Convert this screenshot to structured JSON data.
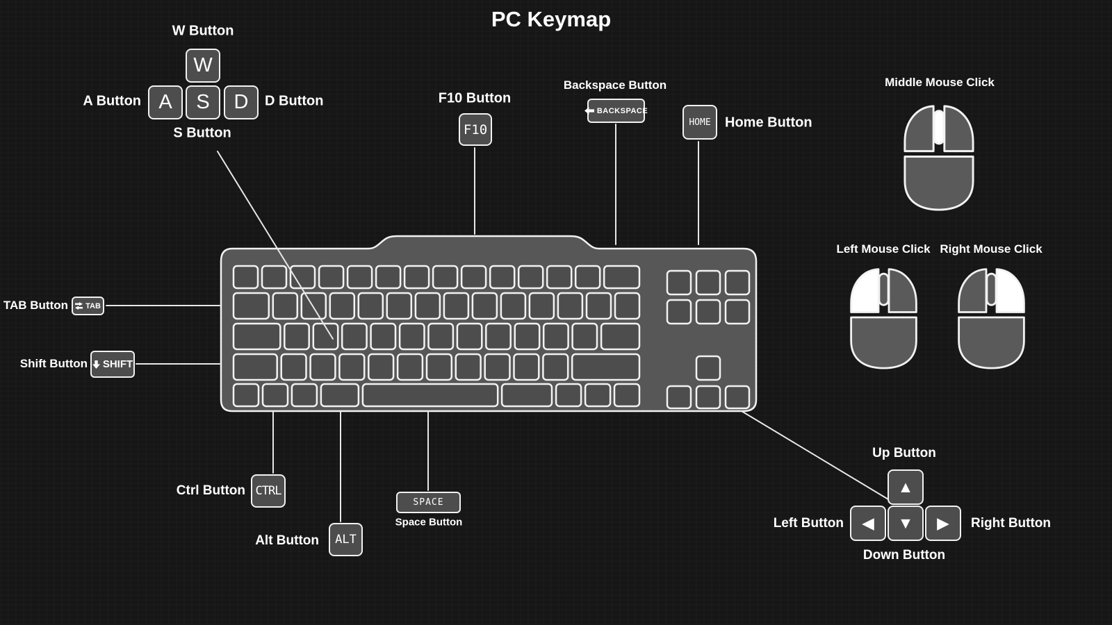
{
  "title": "PC Keymap",
  "colors": {
    "background": "#161616",
    "outline": "#f2f2f2",
    "text": "#ffffff",
    "key_fill": "#4d4d4d",
    "keyboard_fill": "#575757",
    "mouse_fill": "#5a5a5a",
    "highlight": "#ffffff",
    "line": "#e8e8e8"
  },
  "wasd": {
    "w_label": "W Button",
    "a_label": "A Button",
    "s_label": "S Button",
    "d_label": "D Button",
    "w_key": "W",
    "a_key": "A",
    "s_key": "S",
    "d_key": "D"
  },
  "function_keys": {
    "f10_label": "F10 Button",
    "f10_key": "F10",
    "backspace_label": "Backspace Button",
    "backspace_key": "BACKSPACE",
    "home_label": "Home Button",
    "home_key": "HOME"
  },
  "modifiers": {
    "tab_label": "TAB Button",
    "tab_key": "TAB",
    "shift_label": "Shift Button",
    "shift_key": "SHIFT",
    "ctrl_label": "Ctrl Button",
    "ctrl_key": "CTRL",
    "alt_label": "Alt Button",
    "alt_key": "ALT",
    "space_label": "Space Button",
    "space_key": "SPACE"
  },
  "mouse": {
    "middle_label": "Middle Mouse Click",
    "left_label": "Left Mouse Click",
    "right_label": "Right Mouse Click"
  },
  "arrow_keys": {
    "up_label": "Up Button",
    "down_label": "Down Button",
    "left_label": "Left Button",
    "right_label": "Right Button",
    "up_glyph": "▲",
    "down_glyph": "▼",
    "left_glyph": "◀",
    "right_glyph": "▶"
  },
  "icons": {
    "backspace_icon": "left-arrow",
    "shift_icon": "down-arrow",
    "tab_icon": "left-right-arrows"
  }
}
